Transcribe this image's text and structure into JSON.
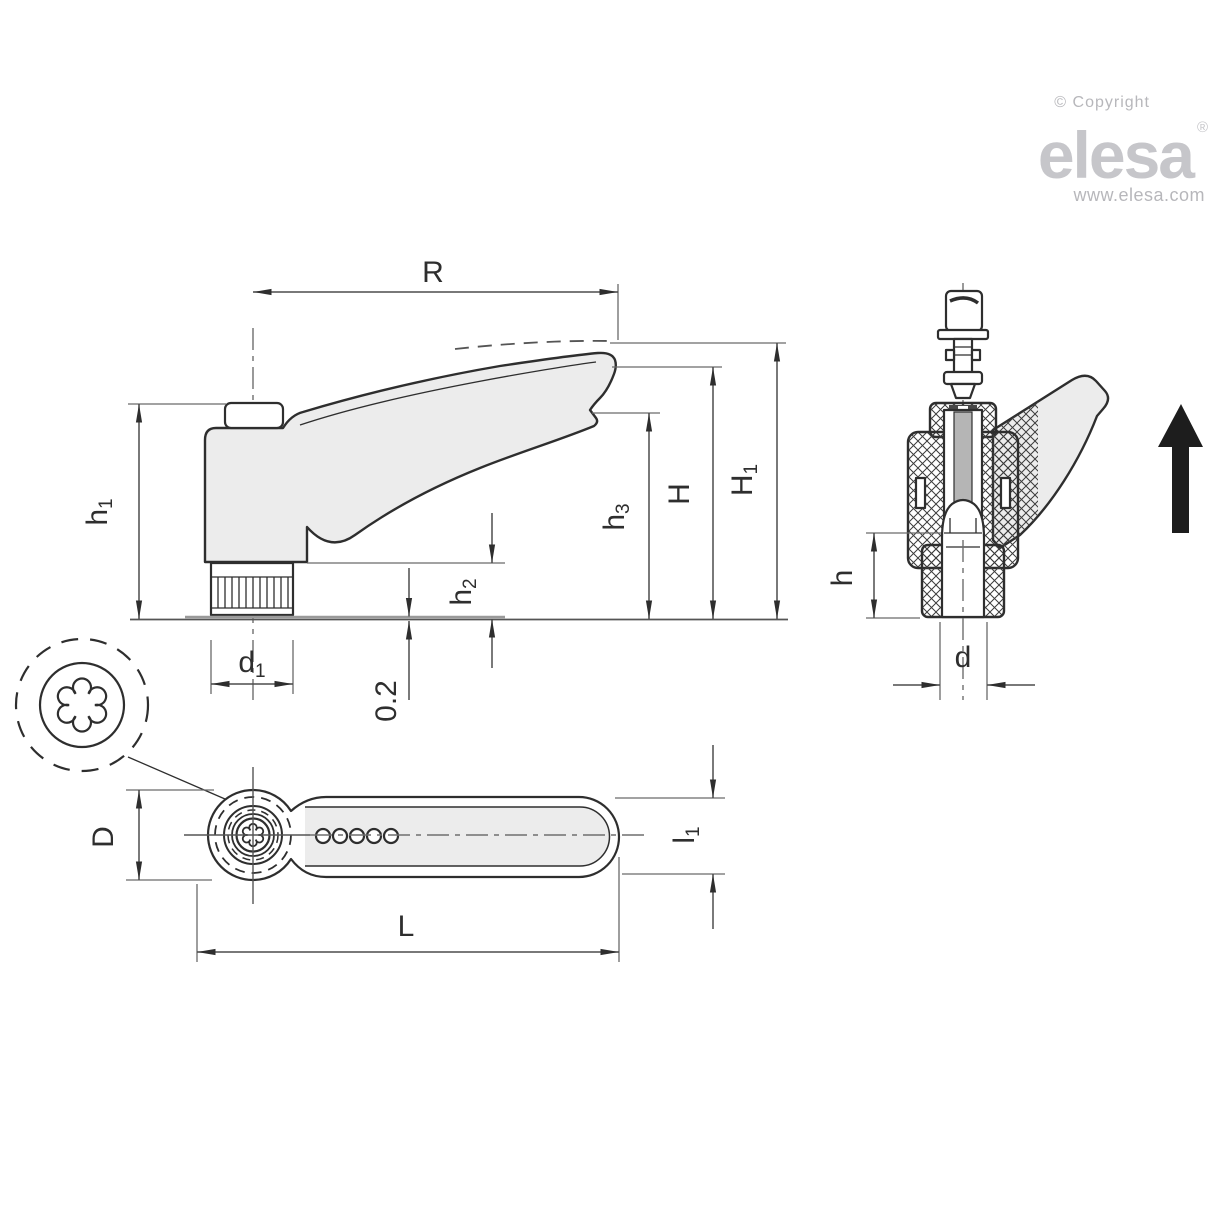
{
  "branding": {
    "copyright": "© Copyright",
    "logo": "elesa",
    "registered": "®",
    "url": "www.elesa.com"
  },
  "dimensions": {
    "R": {
      "base": "R",
      "sub": ""
    },
    "h1": {
      "base": "h",
      "sub": "1"
    },
    "h2": {
      "base": "h",
      "sub": "2"
    },
    "h3": {
      "base": "h",
      "sub": "3"
    },
    "H": {
      "base": "H",
      "sub": ""
    },
    "H1": {
      "base": "H",
      "sub": "1"
    },
    "d1": {
      "base": "d",
      "sub": "1"
    },
    "clearance": {
      "base": "0.2",
      "sub": ""
    },
    "h": {
      "base": "h",
      "sub": ""
    },
    "d": {
      "base": "d",
      "sub": ""
    },
    "D": {
      "base": "D",
      "sub": ""
    },
    "L": {
      "base": "L",
      "sub": ""
    },
    "l1": {
      "base": "l",
      "sub": "1"
    }
  },
  "colors": {
    "line": "#2e2e2e",
    "dimension_line": "#4d4d4d",
    "part_fill": "#ececec",
    "logo_gray": "#c6c6ca",
    "text_gray": "#b7b7bb",
    "arrow_black": "#1d1d1d"
  }
}
